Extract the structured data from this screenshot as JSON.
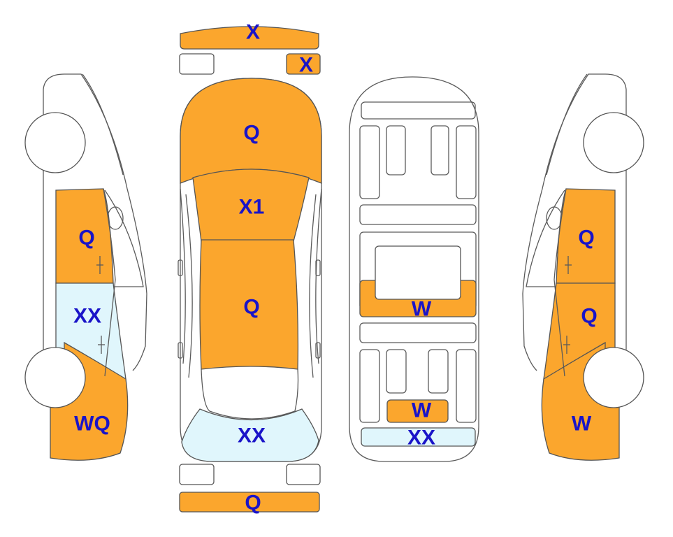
{
  "colors": {
    "damaged": "#FBA62D",
    "glass": "#E0F6FC",
    "outline": "#555555",
    "label": "#1a14c8"
  },
  "panels": {
    "front_bumper_top": {
      "code": "X",
      "state": "damaged"
    },
    "front_light_right": {
      "code": "X",
      "state": "damaged"
    },
    "hood": {
      "code": "Q",
      "state": "damaged"
    },
    "windshield": {
      "code": "X1",
      "state": "damaged"
    },
    "roof": {
      "code": "Q",
      "state": "damaged"
    },
    "rear_window": {
      "code": "XX",
      "state": "glass"
    },
    "rear_bumper_top": {
      "code": "Q",
      "state": "damaged"
    },
    "left_front_door": {
      "code": "Q",
      "state": "damaged"
    },
    "left_rear_door_glass": {
      "code": "XX",
      "state": "glass"
    },
    "left_rear_quarter": {
      "code": "WQ",
      "state": "damaged"
    },
    "right_front_door": {
      "code": "Q",
      "state": "damaged"
    },
    "right_rear_door": {
      "code": "Q",
      "state": "damaged"
    },
    "right_rear_quarter": {
      "code": "W",
      "state": "damaged"
    },
    "underbody_mid": {
      "code": "W",
      "state": "damaged"
    },
    "underbody_rear": {
      "code": "W",
      "state": "damaged"
    },
    "underbody_rear_bar": {
      "code": "XX",
      "state": "glass"
    }
  }
}
